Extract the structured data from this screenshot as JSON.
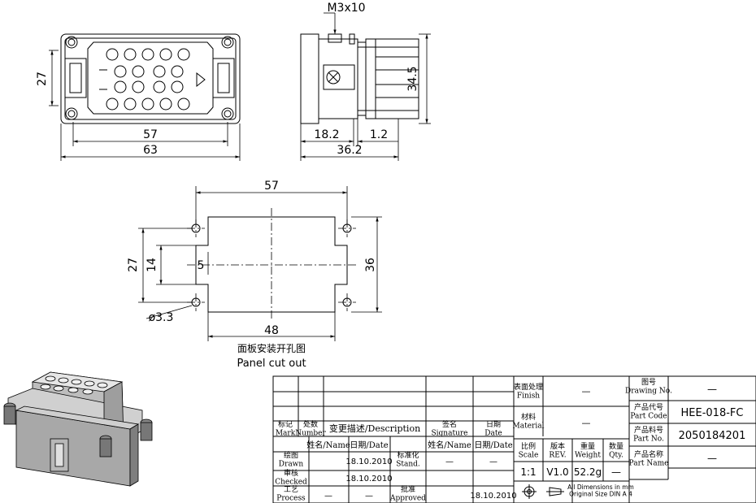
{
  "dims": {
    "front_height": "27",
    "front_inner_width": "57",
    "front_overall_width": "63",
    "screw_callout": "M3x10",
    "side_height": "34.5",
    "side_depth_a": "18.2",
    "side_depth_b": "1.2",
    "side_total": "36.2",
    "cutout_top_width": "57",
    "cutout_bottom_width": "48",
    "cutout_left_height": "27",
    "cutout_inner_height": "14",
    "cutout_offset": "5",
    "cutout_right_height": "36",
    "hole_diameter": "ø3.3"
  },
  "panel_cutout": {
    "label_cn": "面板安装开孔图",
    "label_en": "Panel cut out"
  },
  "title_block": {
    "rev_mark": "标记\nMark",
    "rev_number": "处数\nNumber",
    "rev_description": "变更描述/Description",
    "rev_signature": "签名\nSignature",
    "rev_date": "日期\nDate",
    "name_header": "姓名/Name",
    "date_header": "日期/Date",
    "name_header2": "姓名/Name",
    "date_header2": "日期/Date",
    "drawn_label": "绘图\nDrawn",
    "drawn_date": "18.10.2010",
    "checked_label": "审核\nChecked",
    "checked_date": "18.10.2010",
    "process_label": "工艺\nProcess",
    "process_name": "—",
    "process_date": "—",
    "stand_label": "标准化\nStand.",
    "stand_name": "—",
    "stand_date": "—",
    "approved_label": "批准\nApproved",
    "approved_date": "18.10.2010",
    "finish_label": "表面处理\nFinish",
    "finish_value": "—",
    "material_label": "材料\nMaterial",
    "material_value": "—",
    "scale_label": "比例\nScale",
    "scale_value": "1:1",
    "rev_label": "版本\nREV.",
    "rev_value": "V1.0",
    "weight_label": "重量\nWeight",
    "weight_value": "52.2g",
    "qty_label": "数量\nQty.",
    "qty_value": "—",
    "drawing_no_label": "图号\nDrawing No.",
    "drawing_no_value": "—",
    "part_code_label": "产品代号\nPart Code",
    "part_code_value": "HEE-018-FC",
    "part_no_label": "产品料号\nPart No.",
    "part_no_value": "2050184201",
    "part_name_label": "产品名称\nPart Name",
    "part_name_value": "—",
    "dimensions_note": "All Dimensions in mm\nOriginal Size DIN A 4"
  }
}
